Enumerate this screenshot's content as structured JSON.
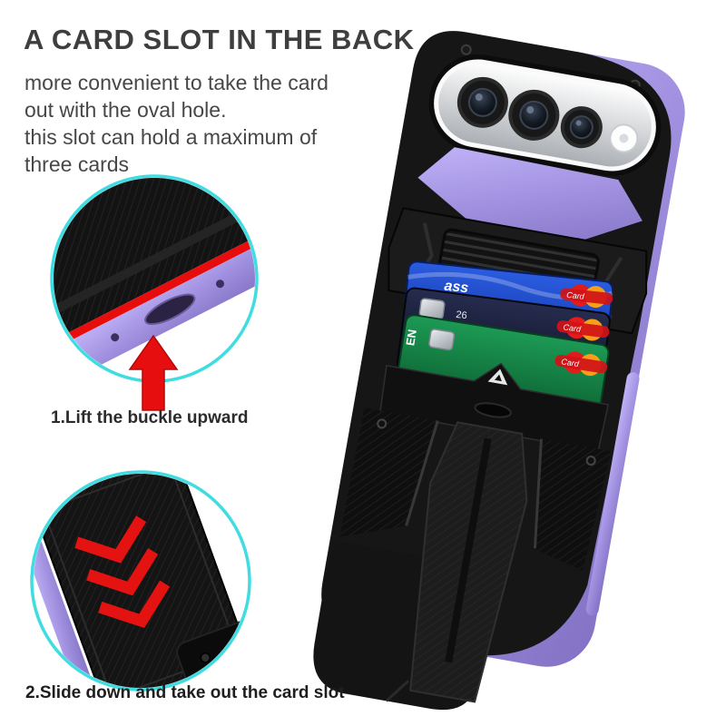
{
  "headline": "A CARD SLOT IN THE BACK",
  "description": {
    "line1": "more convenient to take the card",
    "line2": "out with the oval hole.",
    "line3": "this slot can hold a maximum of",
    "line4": "three cards"
  },
  "steps": {
    "step1_label": "1.Lift the buckle upward",
    "step2_label": "2.Slide down and take out the card slot"
  },
  "cards": {
    "blue_card_text": "ass",
    "dark_card_text": "26",
    "green_card_text": "EN",
    "brand_text": "Card"
  },
  "icons": {
    "up_arrow": "red-up-arrow",
    "slide_chevrons": "red-down-chevrons",
    "mastercard_logo": "two overlapping red/orange circles"
  },
  "colors": {
    "accent_purple": "#a393e0",
    "case_black": "#161616",
    "inset_ring_cyan": "#3fdde2",
    "highlight_red": "#e60e0e",
    "heading_gray": "#3e3e3e",
    "visor_silver": "#d9dbdd",
    "card_blue": "#1f4ecb",
    "card_green": "#128a49"
  }
}
